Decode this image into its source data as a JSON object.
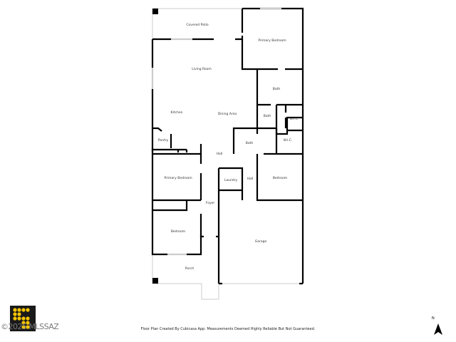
{
  "rooms": {
    "covered_patio": "Covered Patio",
    "primary_bedroom_1": "Primary Bedroom",
    "living_room": "Living Room",
    "bath_1": "Bath",
    "kitchen": "Kitchen",
    "dining_area": "Dining Area",
    "bath_2": "Bath",
    "wic_1": "W.I.C.",
    "pantry": "Pantry",
    "bath_3": "Bath",
    "wic_2": "W.I.C.",
    "hall_1": "Hall",
    "primary_bedroom_2": "Primary Bedroom",
    "laundry": "Laundry",
    "hall_2": "Hall",
    "bedroom_1": "Bedroom",
    "foyer": "Foyer",
    "bedroom_2": "Bedroom",
    "garage": "Garage",
    "porch": "Porch"
  },
  "footer": {
    "disclaimer": "Floor Plan Created By Cubicasa App. Measurements Deemed Highly Reliable But Not Guaranteed.",
    "copyright": "©2025 MLSSAZ",
    "north_label": "N",
    "logo_color": "#f5c400"
  }
}
